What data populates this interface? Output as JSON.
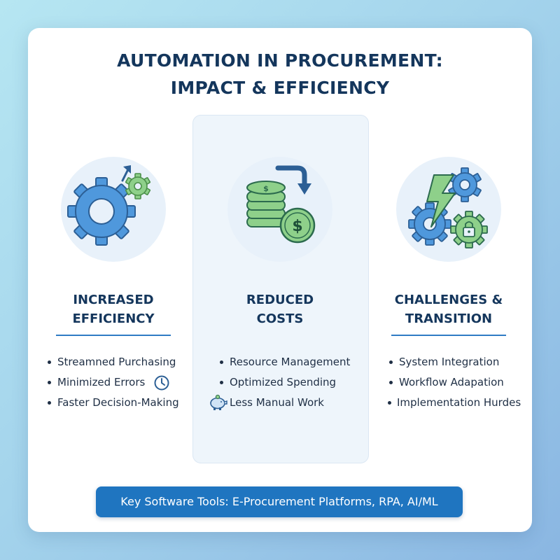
{
  "title": {
    "line1": "AUTOMATION IN PROCUREMENT:",
    "line2": "IMPACT & EFFICIENCY"
  },
  "columns": [
    {
      "heading_line1": "INCREASED",
      "heading_line2": "EFFICIENCY",
      "icon": "gears-with-arrow-icon",
      "bullets": [
        "Streamned Purchasing",
        "Minimized Errors",
        "Faster Decision-Making"
      ]
    },
    {
      "heading_line1": "REDUCED",
      "heading_line2": "COSTS",
      "icon": "coin-stack-dollar-icon",
      "bullets": [
        "Resource Management",
        "Optimized Spending",
        "Less Manual Work"
      ]
    },
    {
      "heading_line1": "CHALLENGES &",
      "heading_line2": "TRANSITION",
      "icon": "gears-lightning-lock-icon",
      "bullets": [
        "System Integration",
        "Workflow Adapation",
        "Implementation Hurdes"
      ]
    }
  ],
  "footer": {
    "label": "Key Software Tools: E-Procurement Platforms, RPA, AI/ML"
  },
  "colors": {
    "title": "#14365c",
    "accent_blue": "#2f7bc4",
    "gear_fill": "#4f98dc",
    "green": "#8ed08a",
    "footer_bg": "#1f75c0"
  }
}
